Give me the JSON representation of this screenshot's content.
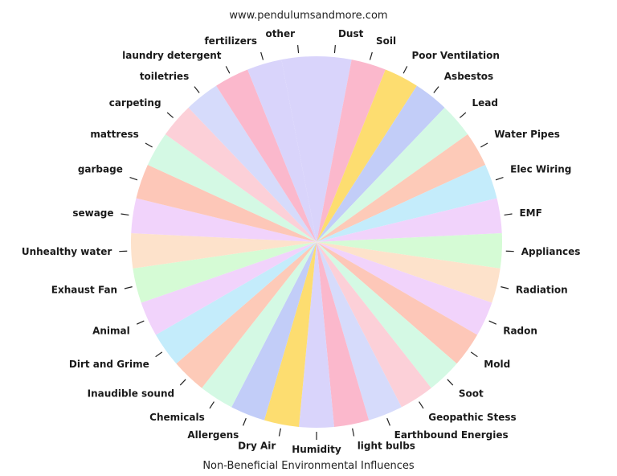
{
  "header": {
    "site": "www.pendulumsandmore.com"
  },
  "footer": {
    "caption": "Non-Beneficial Environmental Influences"
  },
  "chart_data": {
    "type": "pie",
    "title": "",
    "equal_slices": true,
    "start": "top, clockwise",
    "labels": [
      "Dust",
      "Soil",
      "Poor Ventilation",
      "Asbestos",
      "Lead",
      "Water Pipes",
      "Elec Wiring",
      "EMF",
      "Appliances",
      "Radiation",
      "Radon",
      "Mold",
      "Soot",
      "Geopathic Stess",
      "Earthbound Energies",
      "light bulbs",
      "Humidity",
      "Dry Air",
      "Allergens",
      "Chemicals",
      "Inaudible sound",
      "Dirt and Grime",
      "Animal",
      "Exhaust Fan",
      "Unhealthy water",
      "sewage",
      "garbage",
      "mattress",
      "carpeting",
      "toiletries",
      "laundry detergent",
      "fertilizers",
      "other"
    ],
    "values": [
      1,
      1,
      1,
      1,
      1,
      1,
      1,
      1,
      1,
      1,
      1,
      1,
      1,
      1,
      1,
      1,
      1,
      1,
      1,
      1,
      1,
      1,
      1,
      1,
      1,
      1,
      1,
      1,
      1,
      1,
      1,
      1,
      1
    ],
    "colors": [
      "#d9d4fb",
      "#fbb8cc",
      "#fddd70",
      "#c2cdf8",
      "#d4f9e4",
      "#fdcab8",
      "#c4ecfb",
      "#f1d3fb",
      "#d5fbd5",
      "#fde2cb",
      "#f1d3fb",
      "#fdc7b8",
      "#d4f9e4",
      "#fcd0d8",
      "#d6dbfb",
      "#fbb8cc",
      "#d9d4fb",
      "#fddd70",
      "#c2cdf8",
      "#d4f9e4",
      "#fdcab8",
      "#c4ecfb",
      "#f1d3fb",
      "#d5fbd5",
      "#fde2cb",
      "#f1d3fb",
      "#fdc7b8",
      "#d4f9e4",
      "#fcd0d8",
      "#d6dbfb",
      "#fbb8cc",
      "#d9d4fb"
    ]
  }
}
